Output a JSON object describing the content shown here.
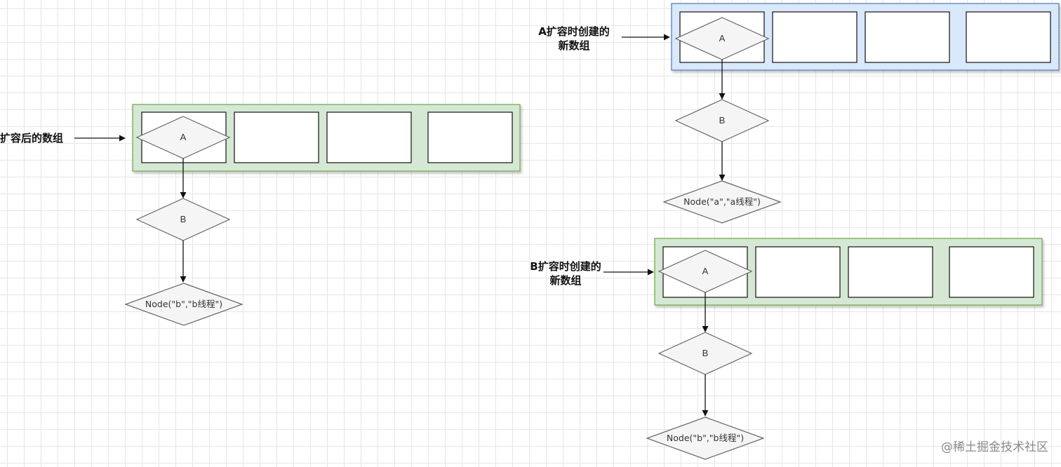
{
  "colors": {
    "green_fill": "#d5e8d4",
    "green_stroke": "#82b366",
    "blue_fill": "#dae8fc",
    "blue_stroke": "#6c8ebf",
    "node_fill": "#f5f5f5",
    "node_stroke": "#666666",
    "arrow": "#111111"
  },
  "labels": {
    "expanded_array": "扩容后的数组",
    "a_new_array_line1": "A扩容时创建的",
    "a_new_array_line2": "新数组",
    "b_new_array_line1": "B扩容时创建的",
    "b_new_array_line2": "新数组"
  },
  "left": {
    "head": "A",
    "second": "B",
    "tail": "Node(\"b\",\"b线程\")"
  },
  "top_right": {
    "head": "A",
    "second": "B",
    "tail": "Node(\"a\",\"a线程\")"
  },
  "bottom_right": {
    "head": "A",
    "second": "B",
    "tail": "Node(\"b\",\"b线程\")"
  },
  "watermark": "@稀土掘金技术社区"
}
